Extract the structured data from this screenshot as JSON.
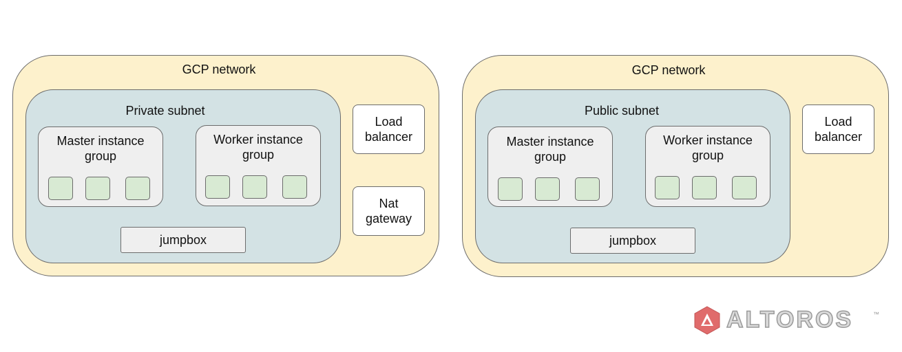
{
  "diagrams": [
    {
      "network_label": "GCP network",
      "subnet_label": "Private subnet",
      "master_group_label": "Master instance group",
      "worker_group_label": "Worker instance group",
      "jumpbox_label": "jumpbox",
      "load_balancer_label": "Load balancer",
      "nat_gateway_label": "Nat gateway"
    },
    {
      "network_label": "GCP network",
      "subnet_label": "Public subnet",
      "master_group_label": "Master instance group",
      "worker_group_label": "Worker instance group",
      "jumpbox_label": "jumpbox",
      "load_balancer_label": "Load balancer"
    }
  ],
  "logo": {
    "text": "ALTOROS",
    "trademark": "™"
  },
  "colors": {
    "network_fill": "#fdf1cc",
    "subnet_fill": "#d3e2e4",
    "group_fill": "#efefef",
    "instance_fill": "#d8ead3",
    "logo_accent": "#e06b6b"
  }
}
